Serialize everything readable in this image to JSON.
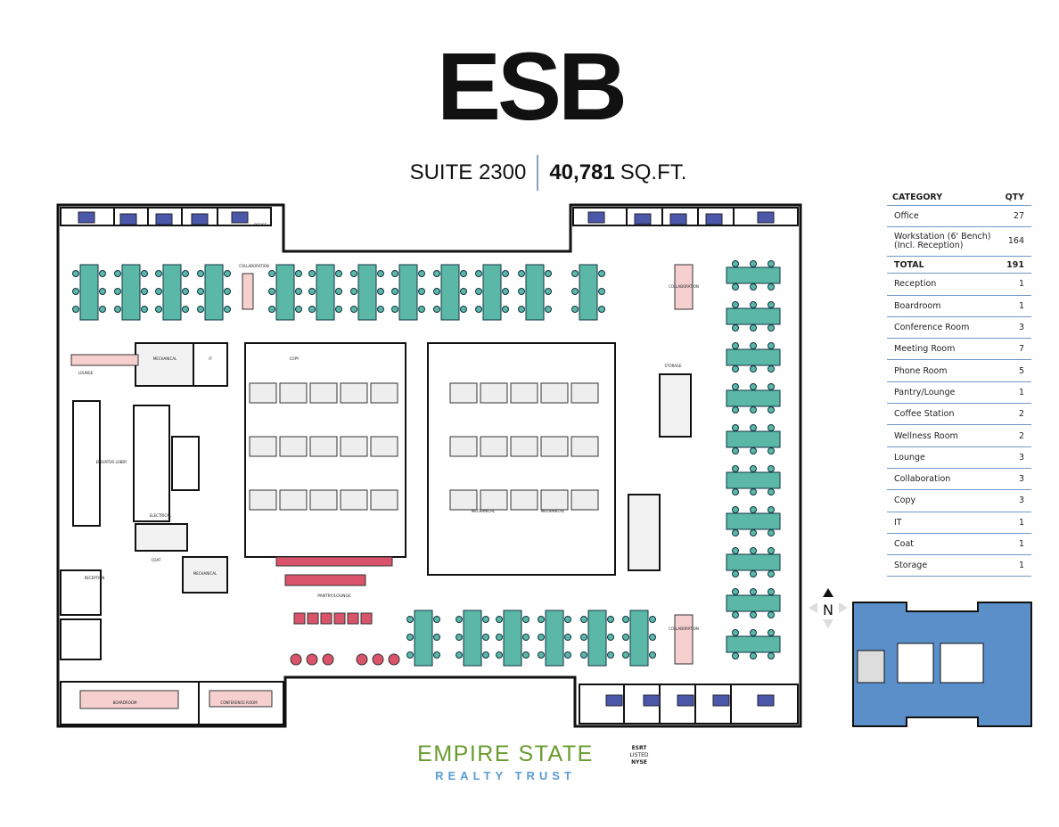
{
  "header": {
    "logo": "ESB",
    "suite": "SUITE 2300",
    "area_value": "40,781",
    "area_unit": "SQ.FT."
  },
  "table": {
    "headers": [
      "CATEGORY",
      "QTY"
    ],
    "rows": [
      {
        "category": "Office",
        "qty": "27"
      },
      {
        "category": "Workstation (6' Bench) (Incl. Reception)",
        "qty": "164"
      },
      {
        "category": "TOTAL",
        "qty": "191",
        "total": true
      },
      {
        "category": "Reception",
        "qty": "1"
      },
      {
        "category": "Boardroom",
        "qty": "1"
      },
      {
        "category": "Conference Room",
        "qty": "3"
      },
      {
        "category": "Meeting Room",
        "qty": "7"
      },
      {
        "category": "Phone Room",
        "qty": "5"
      },
      {
        "category": "Pantry/Lounge",
        "qty": "1"
      },
      {
        "category": "Coffee Station",
        "qty": "2"
      },
      {
        "category": "Wellness Room",
        "qty": "2"
      },
      {
        "category": "Lounge",
        "qty": "3"
      },
      {
        "category": "Collaboration",
        "qty": "3"
      },
      {
        "category": "Copy",
        "qty": "3"
      },
      {
        "category": "IT",
        "qty": "1"
      },
      {
        "category": "Coat",
        "qty": "1"
      },
      {
        "category": "Storage",
        "qty": "1"
      }
    ]
  },
  "plan_labels": {
    "mechanical": "MECHANICAL",
    "it": "IT",
    "lounge": "LOUNGE",
    "elevator_lobby": "ELEVATOR LOBBY",
    "reception": "RECEPTION",
    "boardroom": "BOARDROOM",
    "conference": "CONFERENCE ROOM",
    "pantry": "PANTRY/LOUNGE",
    "collaboration": "COLLABORATION",
    "office": "OFFICE",
    "coat": "COAT",
    "electrical": "ELECTRICAL",
    "storage": "STORAGE",
    "copy": "COPY"
  },
  "compass": {
    "label": "N",
    "icon": "compass-north-icon"
  },
  "footer": {
    "brand_line1": "EMPIRE STATE",
    "brand_line2": "REALTY TRUST",
    "listing": [
      "ESRT",
      "LISTED",
      "NYSE"
    ]
  },
  "colors": {
    "workstation": "#5bb8a6",
    "office": "#4b57a8",
    "meeting": "#f6cfcf",
    "pantry": "#d9546a",
    "plant": "#6a9b2f",
    "keyplan": "#5b8fc9",
    "table_rule": "#6f97c9"
  }
}
